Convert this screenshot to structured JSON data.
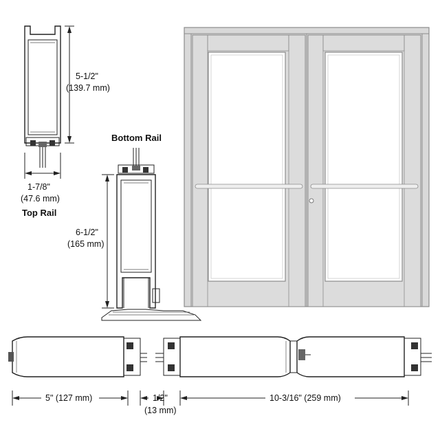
{
  "top_rail": {
    "title": "Top Rail",
    "height_in": "5-1/2\"",
    "height_mm": "(139.7 mm)",
    "width_in": "1-7/8\"",
    "width_mm": "(47.6 mm)"
  },
  "bottom_rail": {
    "title": "Bottom Rail",
    "height_in": "6-1/2\"",
    "height_mm": "(165 mm)"
  },
  "plan_section": {
    "stile_width": "5\" (127 mm)",
    "gap_in": "1/2\"",
    "gap_mm": "(13 mm)",
    "panel_width": "10-3/16\" (259 mm)"
  },
  "colors": {
    "door_fill": "#d9d9d9",
    "door_stroke": "#8c8c8c",
    "glass_fill": "#ffffff",
    "line": "#222222"
  }
}
